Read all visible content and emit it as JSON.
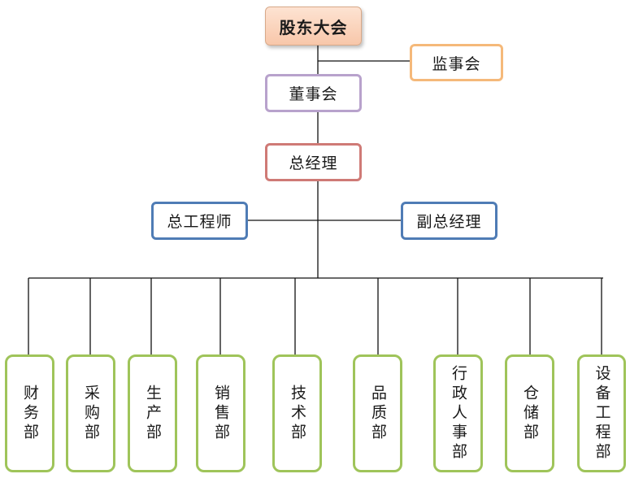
{
  "org_chart": {
    "shareholders_meeting": "股东大会",
    "supervisors_board": "监事会",
    "board_of_directors": "董事会",
    "general_manager": "总经理",
    "chief_engineer": "总工程师",
    "deputy_general_manager": "副总经理",
    "departments": [
      "财务部",
      "采购部",
      "生产部",
      "销售部",
      "技术部",
      "品质部",
      "行政人事部",
      "仓储部",
      "设备工程部"
    ]
  },
  "colors": {
    "connector": "#111111",
    "shareholders_fill": "#f8c7aa",
    "supervisors_border": "#f5b97a",
    "board_border": "#b8a2cc",
    "general_manager_border": "#cf7a76",
    "deputy_border": "#4f7cb5",
    "department_border": "#9fc45a"
  }
}
